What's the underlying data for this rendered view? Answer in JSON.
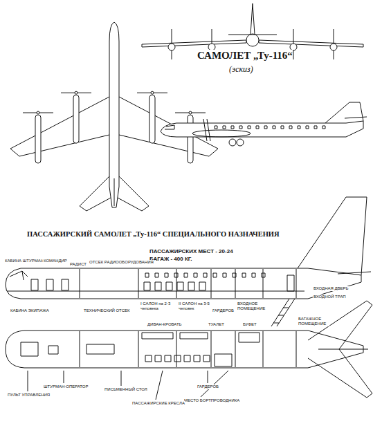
{
  "diagram": {
    "title": "САМОЛЕТ „Ту-116“",
    "labels": [
      "(эскиз)",
      "ПАССАЖИРСКИЙ САМОЛЕТ „Ту-116“ СПЕЦИАЛЬНОГО НАЗНАЧЕНИЯ",
      "ПАССАЖИРСКИХ МЕСТ - 20-24",
      "БАГАЖ - 400 КГ.",
      "КАБИНА ШТУРМАНА",
      "КОМАНДИР",
      "РАДИСТ",
      "ОТСЕК РАДИООБОРУДОВАНИЯ",
      "КАБИНА ЭКИПАЖА",
      "ТЕХНИЧЕСКИЙ ОТСЕК",
      "I САЛОН на 2-3 человека",
      "II САЛОН на 3-5 человек",
      "ГАРДЕРОБ",
      "ВХОДНОЕ ПОМЕЩЕНИЕ",
      "БАГАЖНОЕ ПОМЕЩЕНИЕ",
      "ВХОДНАЯ ДВЕРЬ",
      "ВХОДНОЙ ТРАП",
      "ДИВАН-КРОВАТЬ",
      "ТУАЛЕТ",
      "БУФЕТ",
      "ПУЛЬТ УПРАВЛЕНИЯ",
      "ШТУРМАН-ОПЕРАТОР",
      "ПИСЬМЕННЫЙ СТОЛ",
      "ГАРДЕРОБ",
      "МЕСТО БОРТПРОВОДНИКА",
      "ПАССАЖИРСКИЕ КРЕСЛА"
    ]
  }
}
